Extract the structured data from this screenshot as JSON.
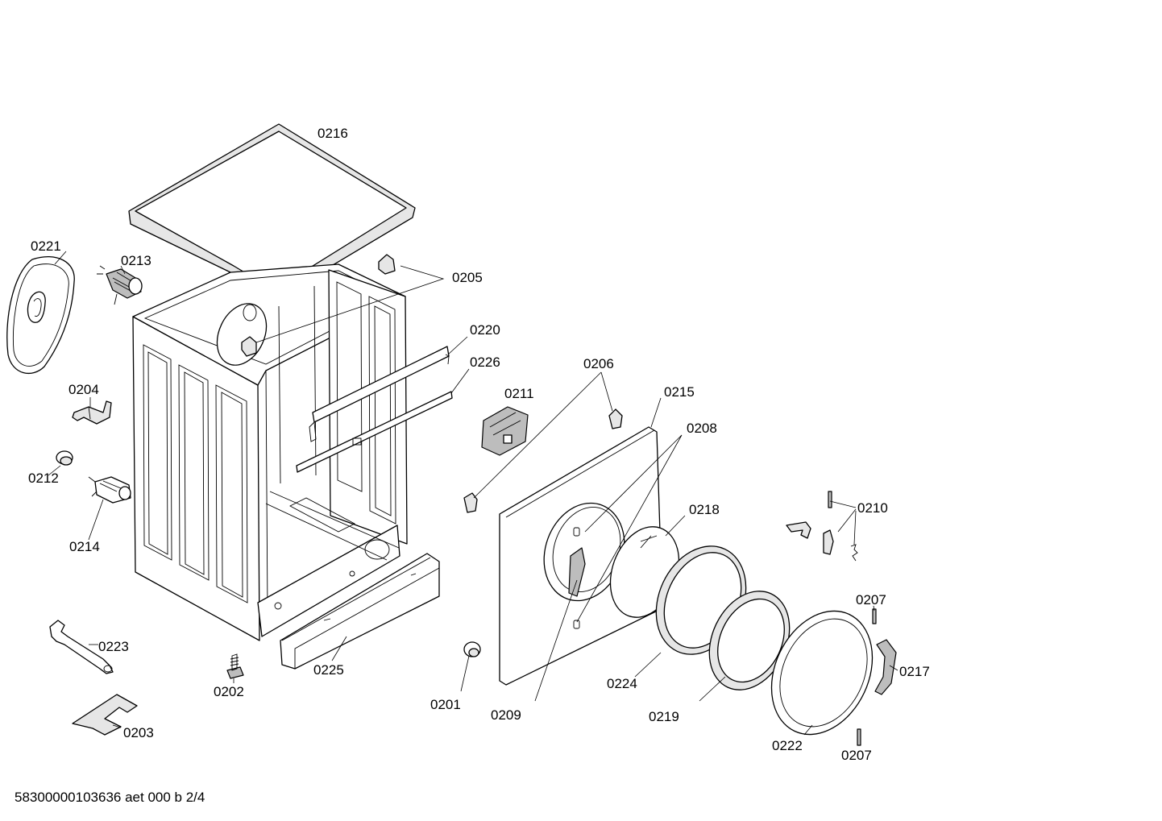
{
  "footer": {
    "document_code": "58300000103636 aet 000 b 2/4"
  },
  "parts": [
    {
      "id": "p0216",
      "label": "0216"
    },
    {
      "id": "p0221",
      "label": "0221"
    },
    {
      "id": "p0213",
      "label": "0213"
    },
    {
      "id": "p0205",
      "label": "0205"
    },
    {
      "id": "p0220",
      "label": "0220"
    },
    {
      "id": "p0226",
      "label": "0226"
    },
    {
      "id": "p0204",
      "label": "0204"
    },
    {
      "id": "p0212",
      "label": "0212"
    },
    {
      "id": "p0214",
      "label": "0214"
    },
    {
      "id": "p0223",
      "label": "0223"
    },
    {
      "id": "p0202",
      "label": "0202"
    },
    {
      "id": "p0225",
      "label": "0225"
    },
    {
      "id": "p0203",
      "label": "0203"
    },
    {
      "id": "p0206",
      "label": "0206"
    },
    {
      "id": "p0211",
      "label": "0211"
    },
    {
      "id": "p0215",
      "label": "0215"
    },
    {
      "id": "p0208",
      "label": "0208"
    },
    {
      "id": "p0218",
      "label": "0218"
    },
    {
      "id": "p0210",
      "label": "0210"
    },
    {
      "id": "p0207a",
      "label": "0207"
    },
    {
      "id": "p0217",
      "label": "0217"
    },
    {
      "id": "p0224",
      "label": "0224"
    },
    {
      "id": "p0219",
      "label": "0219"
    },
    {
      "id": "p0222",
      "label": "0222"
    },
    {
      "id": "p0207b",
      "label": "0207"
    },
    {
      "id": "p0201",
      "label": "0201"
    },
    {
      "id": "p0209",
      "label": "0209"
    }
  ]
}
